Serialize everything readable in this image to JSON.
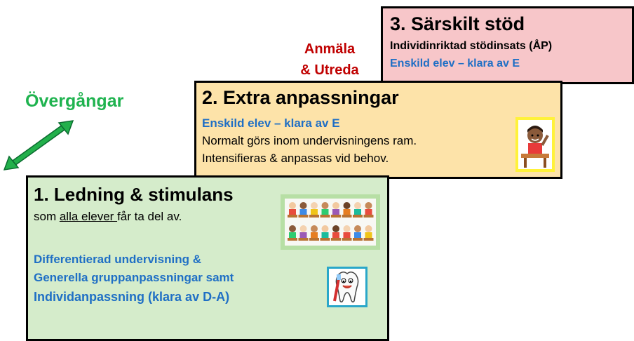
{
  "level3": {
    "title": "3. Särskilt stöd",
    "line1": "Individinriktad stödinsats (ÅP)",
    "line2": "Enskild elev – klara av E"
  },
  "level2": {
    "title": "2. Extra anpassningar",
    "line1": "Enskild elev – klara av E",
    "line2": "Normalt görs inom undervisningens ram.",
    "line3": "Intensifieras & anpassas vid behov."
  },
  "level1": {
    "title": "1. Ledning & stimulans",
    "line1_prefix": "som ",
    "line1_underlined": "alla elever ",
    "line1_suffix": "får ta del av.",
    "line2": "Differentierad undervisning &",
    "line3": "Generella gruppanpassningar samt",
    "line4": "Individanpassning (klara av D-A)"
  },
  "anmala": {
    "line1": "Anmäla",
    "line2": "& Utreda"
  },
  "overgangar": "Övergångar",
  "colors": {
    "level1_bg": "#d5eccb",
    "level2_bg": "#fde3a9",
    "level3_bg": "#f7c6c9",
    "blue_text": "#1f6fc5",
    "red_text": "#c00000",
    "green_text": "#1fb34f"
  },
  "icons": {
    "class": "classroom-children-icon",
    "boy": "boy-at-desk-icon",
    "tooth": "tooth-with-toothbrush-icon",
    "arrow": "double-headed-arrow-icon"
  }
}
